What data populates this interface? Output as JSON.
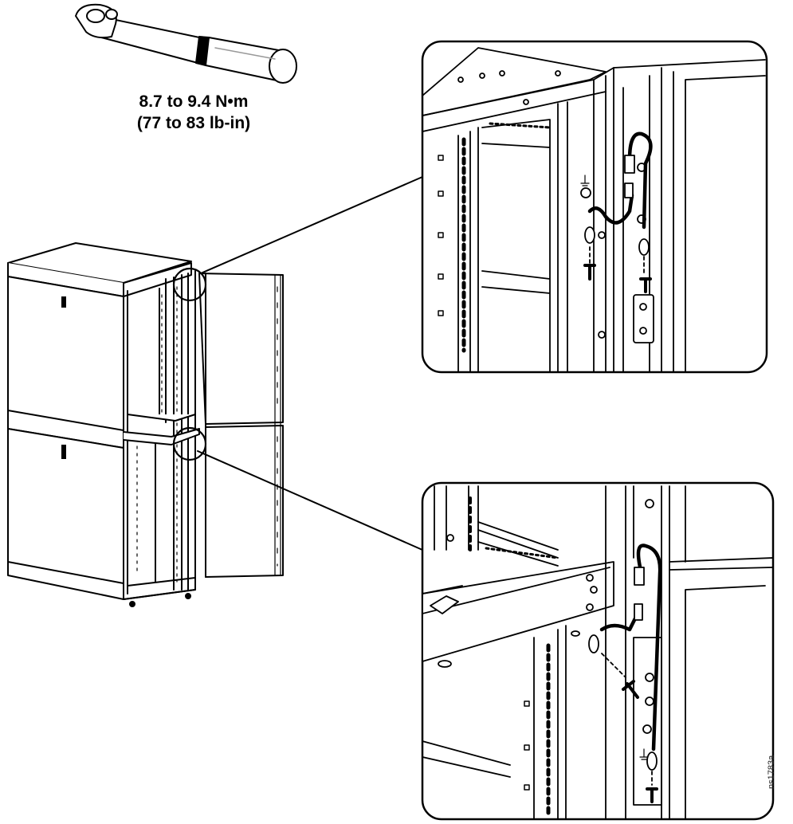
{
  "torque": {
    "nm": "8.7 to 9.4 N•m",
    "lbin": "(77 to 83 lb-in)"
  },
  "figure_id": "ns1783a",
  "icons": {
    "tool": "torque-wrench-icon",
    "ground_symbol": "ground-symbol-icon"
  },
  "colors": {
    "line": "#000000",
    "fill": "#ffffff",
    "panel": "#f4f4f4"
  }
}
